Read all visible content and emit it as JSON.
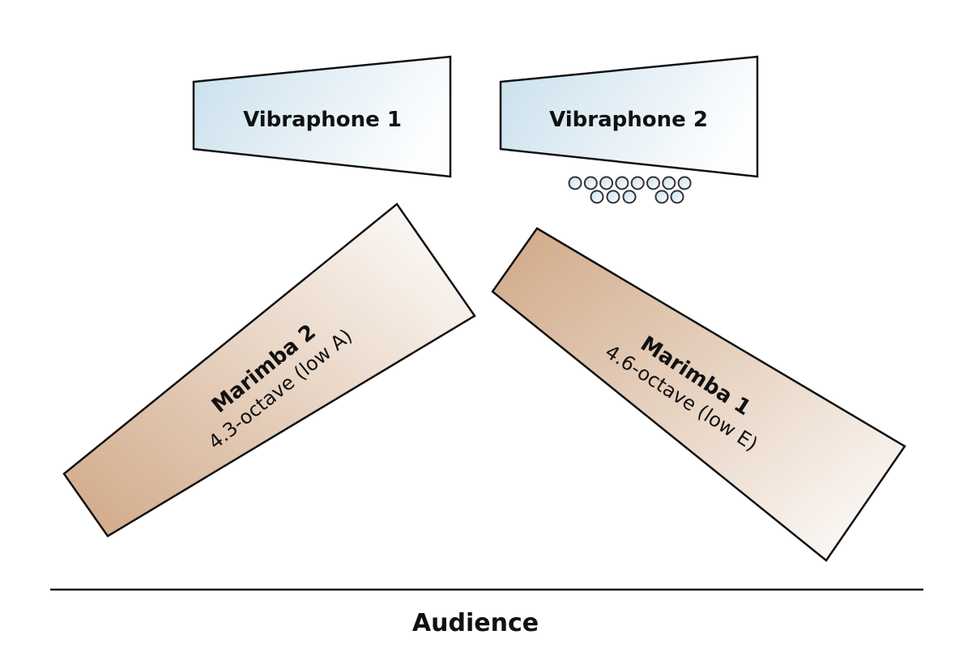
{
  "instruments": {
    "vibraphone1": {
      "label": "Vibraphone 1"
    },
    "vibraphone2": {
      "label": "Vibraphone 2"
    },
    "marimba2": {
      "label": "Marimba 2",
      "detail": "4.3-octave (low A)"
    },
    "marimba1": {
      "label": "Marimba 1",
      "detail": "4.6-octave (low E)"
    }
  },
  "audience": {
    "label": "Audience"
  },
  "colors": {
    "vibe": "#c9dfec",
    "marimba": "#d0a886",
    "stroke": "#111111"
  }
}
